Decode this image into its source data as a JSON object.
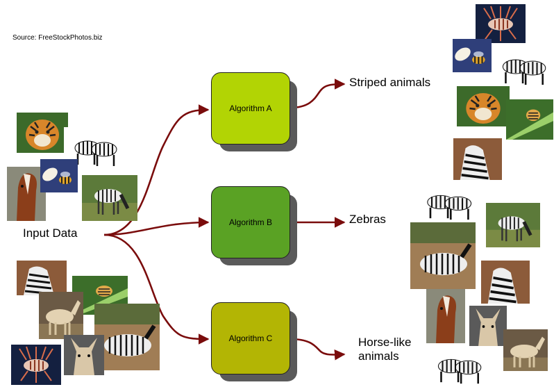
{
  "source_text": "Source: FreeStockPhotos.biz",
  "input_label": "Input Data",
  "algorithms": [
    {
      "label": "Algorithm A",
      "color": "#b2d404"
    },
    {
      "label": "Algorithm B",
      "color": "#5aa224"
    },
    {
      "label": "Algorithm C",
      "color": "#b3b504"
    }
  ],
  "outputs": {
    "a": "Striped animals",
    "b": "Zebras",
    "c_line1": "Horse-like",
    "c_line2": "animals"
  },
  "arrow_color": "#7a0c0c"
}
